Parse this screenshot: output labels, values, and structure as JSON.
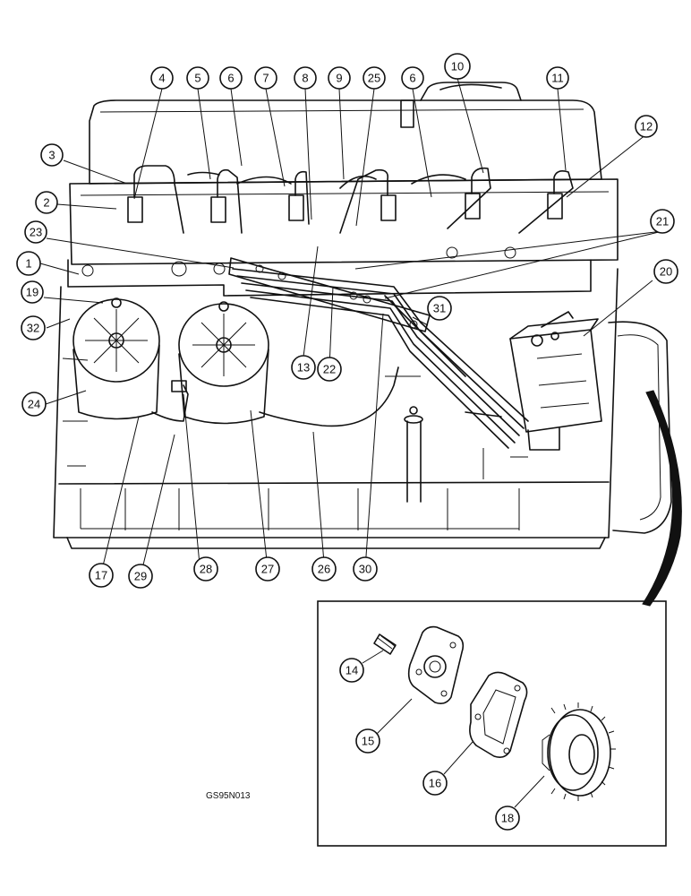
{
  "figure_id": "GS95N013",
  "callouts": [
    {
      "id": "c1",
      "label": "1"
    },
    {
      "id": "c2",
      "label": "2"
    },
    {
      "id": "c3",
      "label": "3"
    },
    {
      "id": "c4",
      "label": "4"
    },
    {
      "id": "c5",
      "label": "5"
    },
    {
      "id": "c6a",
      "label": "6"
    },
    {
      "id": "c6b",
      "label": "6"
    },
    {
      "id": "c7",
      "label": "7"
    },
    {
      "id": "c8",
      "label": "8"
    },
    {
      "id": "c9",
      "label": "9"
    },
    {
      "id": "c10",
      "label": "10"
    },
    {
      "id": "c11",
      "label": "11"
    },
    {
      "id": "c12",
      "label": "12"
    },
    {
      "id": "c13",
      "label": "13"
    },
    {
      "id": "c14",
      "label": "14"
    },
    {
      "id": "c15",
      "label": "15"
    },
    {
      "id": "c16",
      "label": "16"
    },
    {
      "id": "c17",
      "label": "17"
    },
    {
      "id": "c18",
      "label": "18"
    },
    {
      "id": "c19",
      "label": "19"
    },
    {
      "id": "c20",
      "label": "20"
    },
    {
      "id": "c21",
      "label": "21"
    },
    {
      "id": "c22",
      "label": "22"
    },
    {
      "id": "c23",
      "label": "23"
    },
    {
      "id": "c24",
      "label": "24"
    },
    {
      "id": "c25",
      "label": "25"
    },
    {
      "id": "c26",
      "label": "26"
    },
    {
      "id": "c27",
      "label": "27"
    },
    {
      "id": "c28",
      "label": "28"
    },
    {
      "id": "c29",
      "label": "29"
    },
    {
      "id": "c30",
      "label": "30"
    },
    {
      "id": "c31",
      "label": "31"
    },
    {
      "id": "c32",
      "label": "32"
    }
  ]
}
